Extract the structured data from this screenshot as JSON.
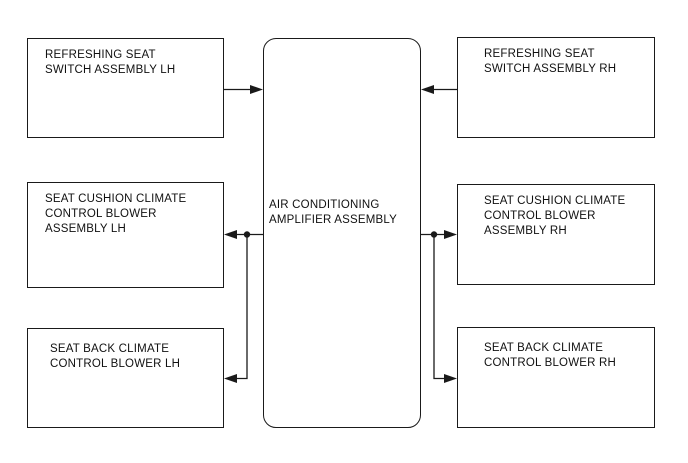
{
  "diagram": {
    "type": "block-diagram",
    "nodes": {
      "top_left": {
        "id": "refreshing-seat-switch-lh",
        "label": "REFRESHING SEAT\nSWITCH ASSEMBLY LH"
      },
      "mid_left": {
        "id": "seat-cushion-climate-blower-lh",
        "label": "SEAT CUSHION CLIMATE\nCONTROL BLOWER\nASSEMBLY LH"
      },
      "bottom_left": {
        "id": "seat-back-climate-blower-lh",
        "label": "SEAT BACK CLIMATE\nCONTROL BLOWER LH"
      },
      "center": {
        "id": "ac-amplifier",
        "label": "AIR CONDITIONING\nAMPLIFIER ASSEMBLY"
      },
      "top_right": {
        "id": "refreshing-seat-switch-rh",
        "label": "REFRESHING SEAT\nSWITCH ASSEMBLY RH"
      },
      "mid_right": {
        "id": "seat-cushion-climate-blower-rh",
        "label": "SEAT CUSHION CLIMATE\nCONTROL BLOWER\nASSEMBLY RH"
      },
      "bottom_right": {
        "id": "seat-back-climate-blower-rh",
        "label": "SEAT BACK CLIMATE\nCONTROL BLOWER RH"
      }
    },
    "edges": [
      {
        "from": "top_left",
        "to": "center",
        "style": "arrow"
      },
      {
        "from": "top_right",
        "to": "center",
        "style": "arrow"
      },
      {
        "from": "center",
        "to": "mid_left",
        "style": "arrow-with-junction-dot"
      },
      {
        "from": "center",
        "to": "bottom_left",
        "style": "arrow-branch-down"
      },
      {
        "from": "center",
        "to": "mid_right",
        "style": "arrow-with-junction-dot"
      },
      {
        "from": "center",
        "to": "bottom_right",
        "style": "arrow-branch-down"
      }
    ],
    "colors": {
      "background": "#ffffff",
      "line": "#1a1a1a",
      "box_fill": "#ffffff",
      "text": "#111111"
    }
  }
}
